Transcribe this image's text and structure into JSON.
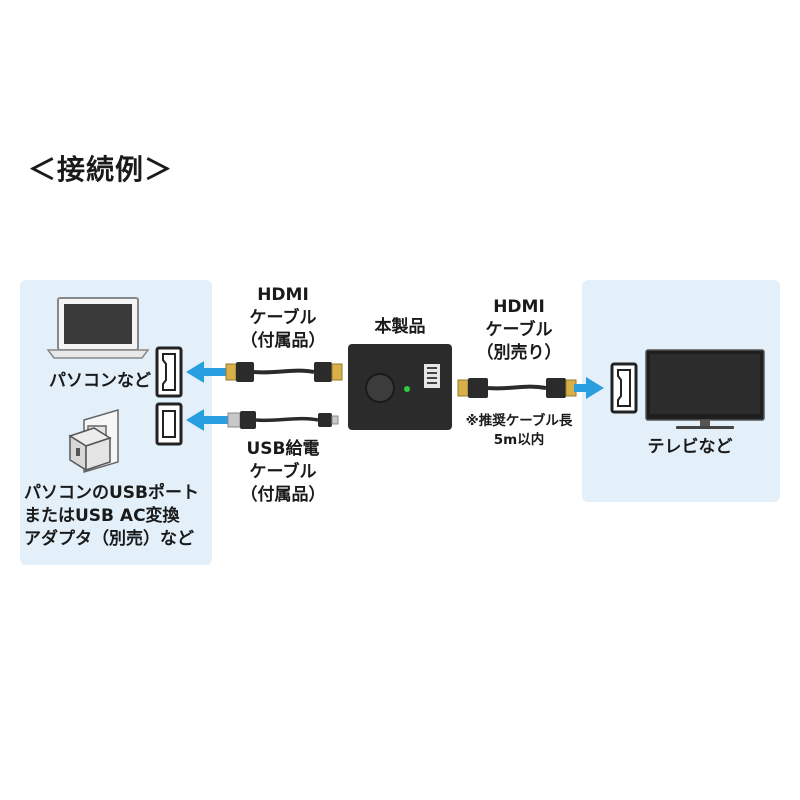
{
  "title": "＜接続例＞",
  "left_panel": {
    "pc_label": "パソコンなど",
    "usb_source_label": [
      "パソコンのUSBポート",
      "またはUSB AC変換",
      "アダプタ（別売）など"
    ]
  },
  "cable_hdmi_included": [
    "HDMI",
    "ケーブル",
    "（付属品）"
  ],
  "cable_usb_power": [
    "USB給電",
    "ケーブル",
    "（付属品）"
  ],
  "product_label": "本製品",
  "cable_hdmi_sold_separately": [
    "HDMI",
    "ケーブル",
    "（別売り）"
  ],
  "cable_note": [
    "※推奨ケーブル長",
    "5m以内"
  ],
  "right_panel": {
    "tv_label": "テレビなど"
  },
  "colors": {
    "panel_bg": "#e3f0fa",
    "arrow": "#2a9fe0",
    "device": "#2b2b2b",
    "led": "#2ecc40",
    "connector_gold": "#d8b04a"
  }
}
